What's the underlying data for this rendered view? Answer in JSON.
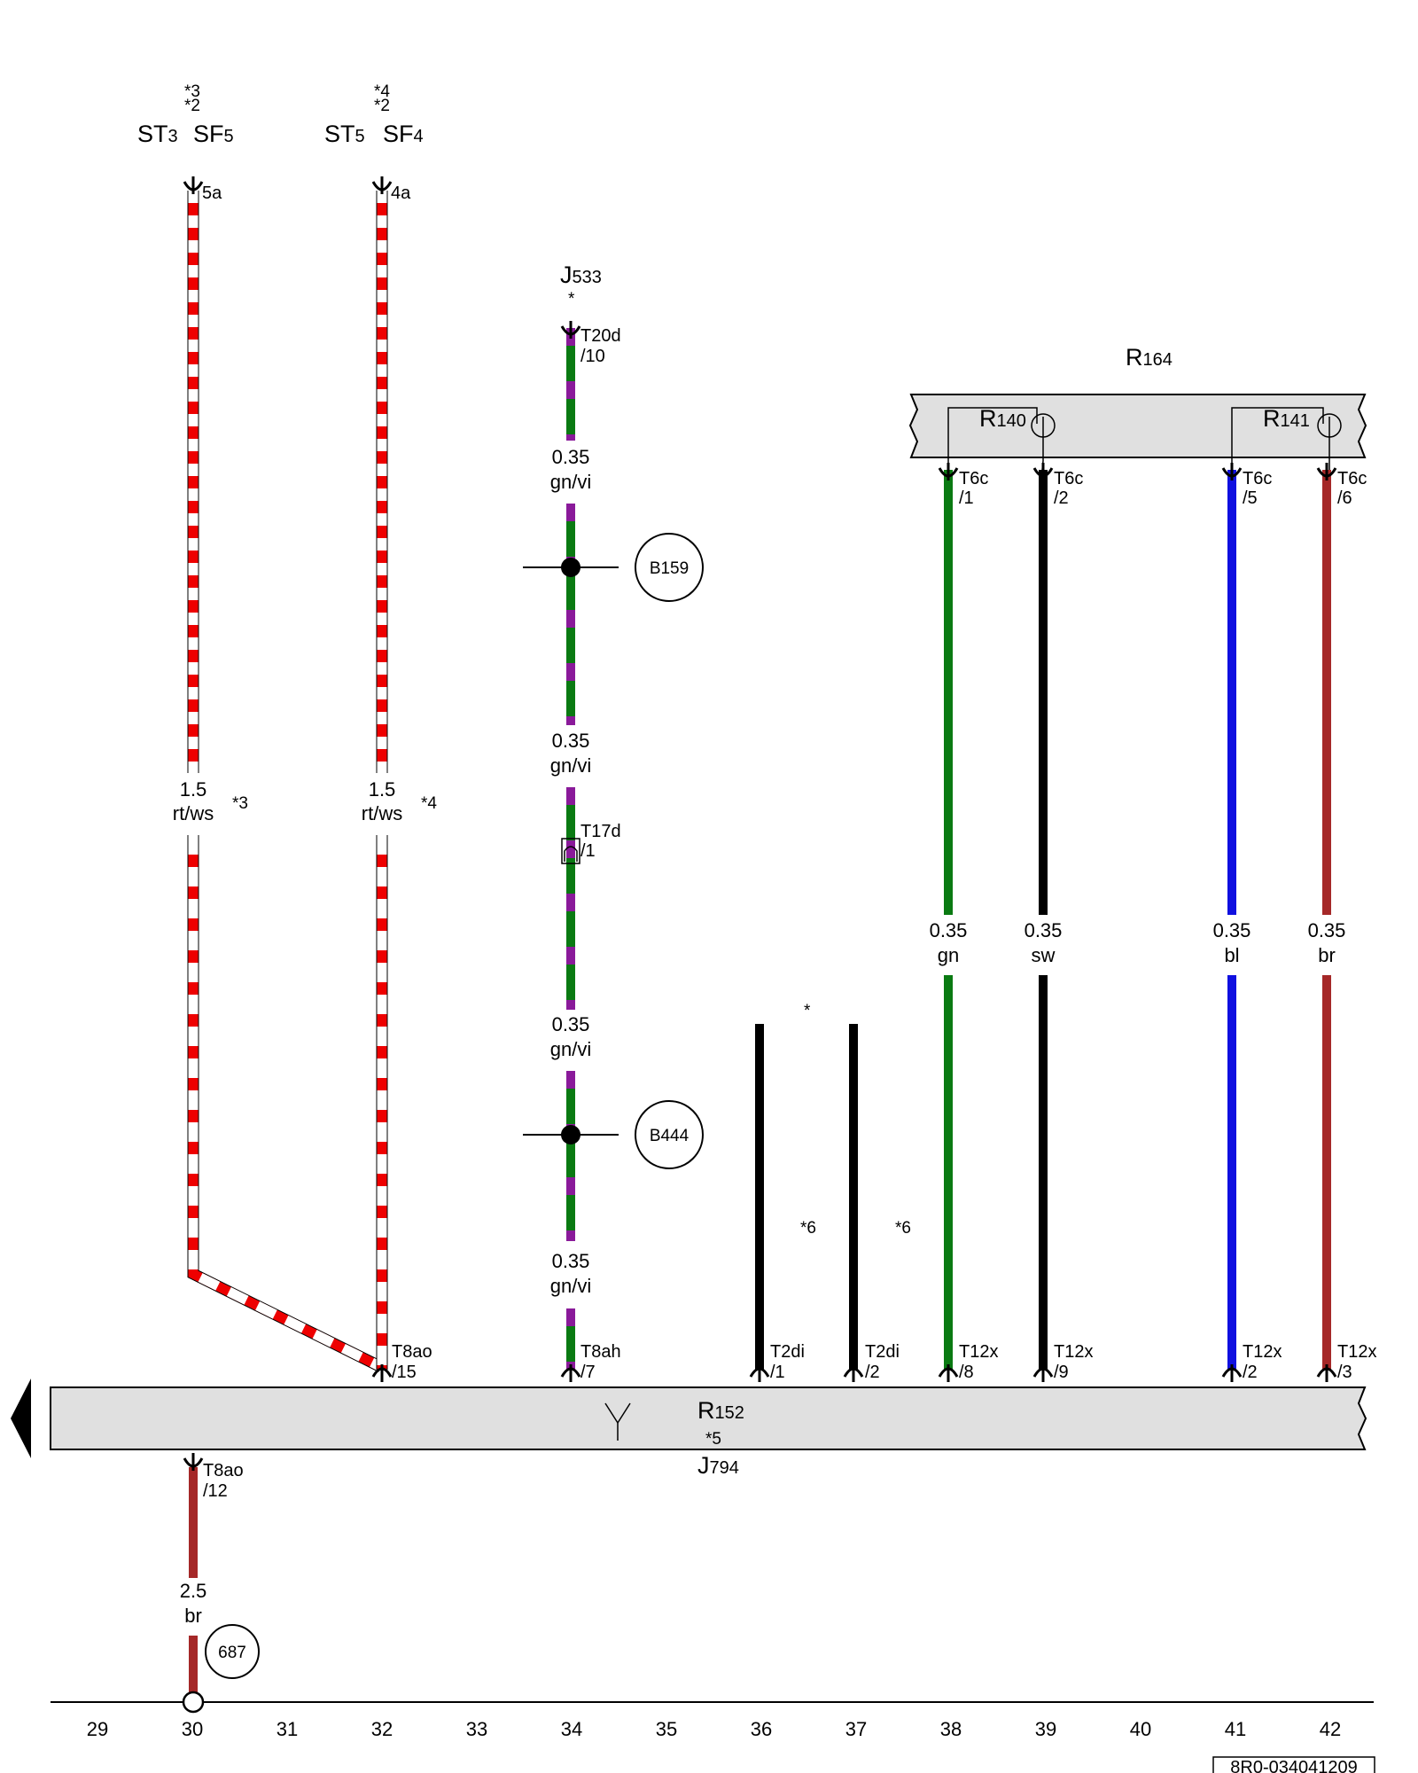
{
  "colors": {
    "rt": "#ee0000",
    "ws": "#ffffff",
    "gn": "#0a7a12",
    "vi": "#8a1a9a",
    "sw": "#000000",
    "bl": "#1010e0",
    "br": "#a52828",
    "panel": "#e0e0e0"
  },
  "fuses": [
    {
      "id": "st3",
      "st_main": "ST",
      "st_sub": "3",
      "sf_main": "SF",
      "sf_sub": "5",
      "note_top": "*3",
      "note_bottom": "*2",
      "pin": "5a"
    },
    {
      "id": "st5",
      "st_main": "ST",
      "st_sub": "5",
      "sf_main": "SF",
      "sf_sub": "4",
      "note_top": "*4",
      "note_bottom": "*2",
      "pin": "4a"
    }
  ],
  "j533": {
    "label_main": "J",
    "label_sub": "533",
    "note": "*",
    "pin_a": "T20d",
    "pin_b": "/10"
  },
  "r164": {
    "label_main": "R",
    "label_sub": "164"
  },
  "r140": {
    "label_main": "R",
    "label_sub": "140"
  },
  "r141": {
    "label_main": "R",
    "label_sub": "141"
  },
  "r152": {
    "label_main": "R",
    "label_sub": "152",
    "note": "*5"
  },
  "j794": {
    "label_main": "J",
    "label_sub": "794"
  },
  "wire_labels": [
    {
      "id": "rtws1",
      "size": "1.5",
      "color": "rt/ws",
      "note": "*3"
    },
    {
      "id": "rtws2",
      "size": "1.5",
      "color": "rt/ws",
      "note": "*4"
    },
    {
      "id": "gnvi1",
      "size": "0.35",
      "color": "gn/vi"
    },
    {
      "id": "gnvi2",
      "size": "0.35",
      "color": "gn/vi"
    },
    {
      "id": "gnvi3",
      "size": "0.35",
      "color": "gn/vi"
    },
    {
      "id": "gnvi4",
      "size": "0.35",
      "color": "gn/vi"
    },
    {
      "id": "w38",
      "size": "0.35",
      "color": "gn"
    },
    {
      "id": "w39",
      "size": "0.35",
      "color": "sw"
    },
    {
      "id": "w41",
      "size": "0.35",
      "color": "bl"
    },
    {
      "id": "w42",
      "size": "0.35",
      "color": "br"
    },
    {
      "id": "w30",
      "size": "2.5",
      "color": "br"
    }
  ],
  "connections": [
    {
      "id": "b159",
      "label": "B159"
    },
    {
      "id": "b444",
      "label": "B444"
    }
  ],
  "t17d": {
    "a": "T17d",
    "b": "/1"
  },
  "r164_pins": [
    {
      "a": "T6c",
      "b": "/1"
    },
    {
      "a": "T6c",
      "b": "/2"
    },
    {
      "a": "T6c",
      "b": "/5"
    },
    {
      "a": "T6c",
      "b": "/6"
    }
  ],
  "bottom_pins": [
    {
      "a": "T8ao",
      "b": "/15"
    },
    {
      "a": "T8ah",
      "b": "/7"
    },
    {
      "a": "T2di",
      "b": "/1"
    },
    {
      "a": "T2di",
      "b": "/2"
    },
    {
      "a": "T12x",
      "b": "/8"
    },
    {
      "a": "T12x",
      "b": "/9"
    },
    {
      "a": "T12x",
      "b": "/2"
    },
    {
      "a": "T12x",
      "b": "/3"
    }
  ],
  "j794_pin": {
    "a": "T8ao",
    "b": "/12"
  },
  "t2di_notes": {
    "top": "*",
    "left": "*6",
    "right": "*6"
  },
  "ground": {
    "label": "687"
  },
  "axis": [
    "29",
    "30",
    "31",
    "32",
    "33",
    "34",
    "35",
    "36",
    "37",
    "38",
    "39",
    "40",
    "41",
    "42"
  ],
  "diagram_id": "8R0-034041209"
}
